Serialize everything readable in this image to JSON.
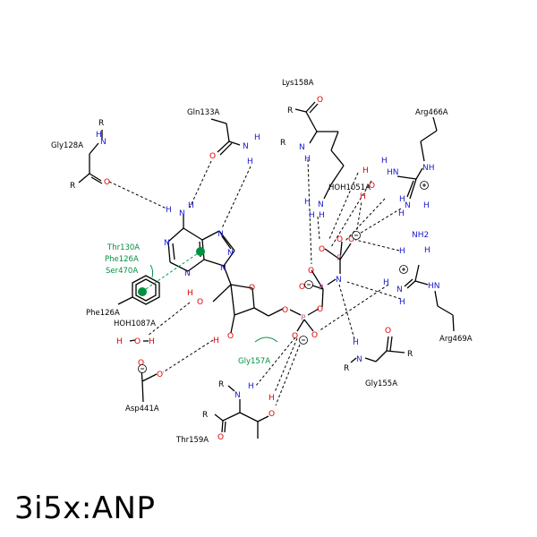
{
  "title": "3i5x:ANP",
  "residues": {
    "gly128": "Gly128A",
    "gln133": "Gln133A",
    "lys158": "Lys158A",
    "arg466": "Arg466A",
    "hoh1051": "HOH1051A",
    "thr130": "Thr130A",
    "phe126_pi": "Phe126A",
    "ser470": "Ser470A",
    "phe126": "Phe126A",
    "hoh1087": "HOH1087A",
    "arg469": "Arg469A",
    "gly157": "Gly157A",
    "gly155": "Gly155A",
    "asp441": "Asp441A",
    "thr159": "Thr159A"
  },
  "atoms": {
    "N": "N",
    "H": "H",
    "O": "O",
    "P": "P",
    "R": "R",
    "NH": "NH",
    "HN": "HN",
    "NH2": "NH2",
    "HO": "HO",
    "OH": "OH",
    "Hplus": "H",
    "HOH_H": "H"
  },
  "colors": {
    "carbon": "#000000",
    "nitrogen": "#1a1ad0",
    "oxygen": "#e00000",
    "phosphorus": "#c060a0",
    "interaction_green": "#009040"
  }
}
